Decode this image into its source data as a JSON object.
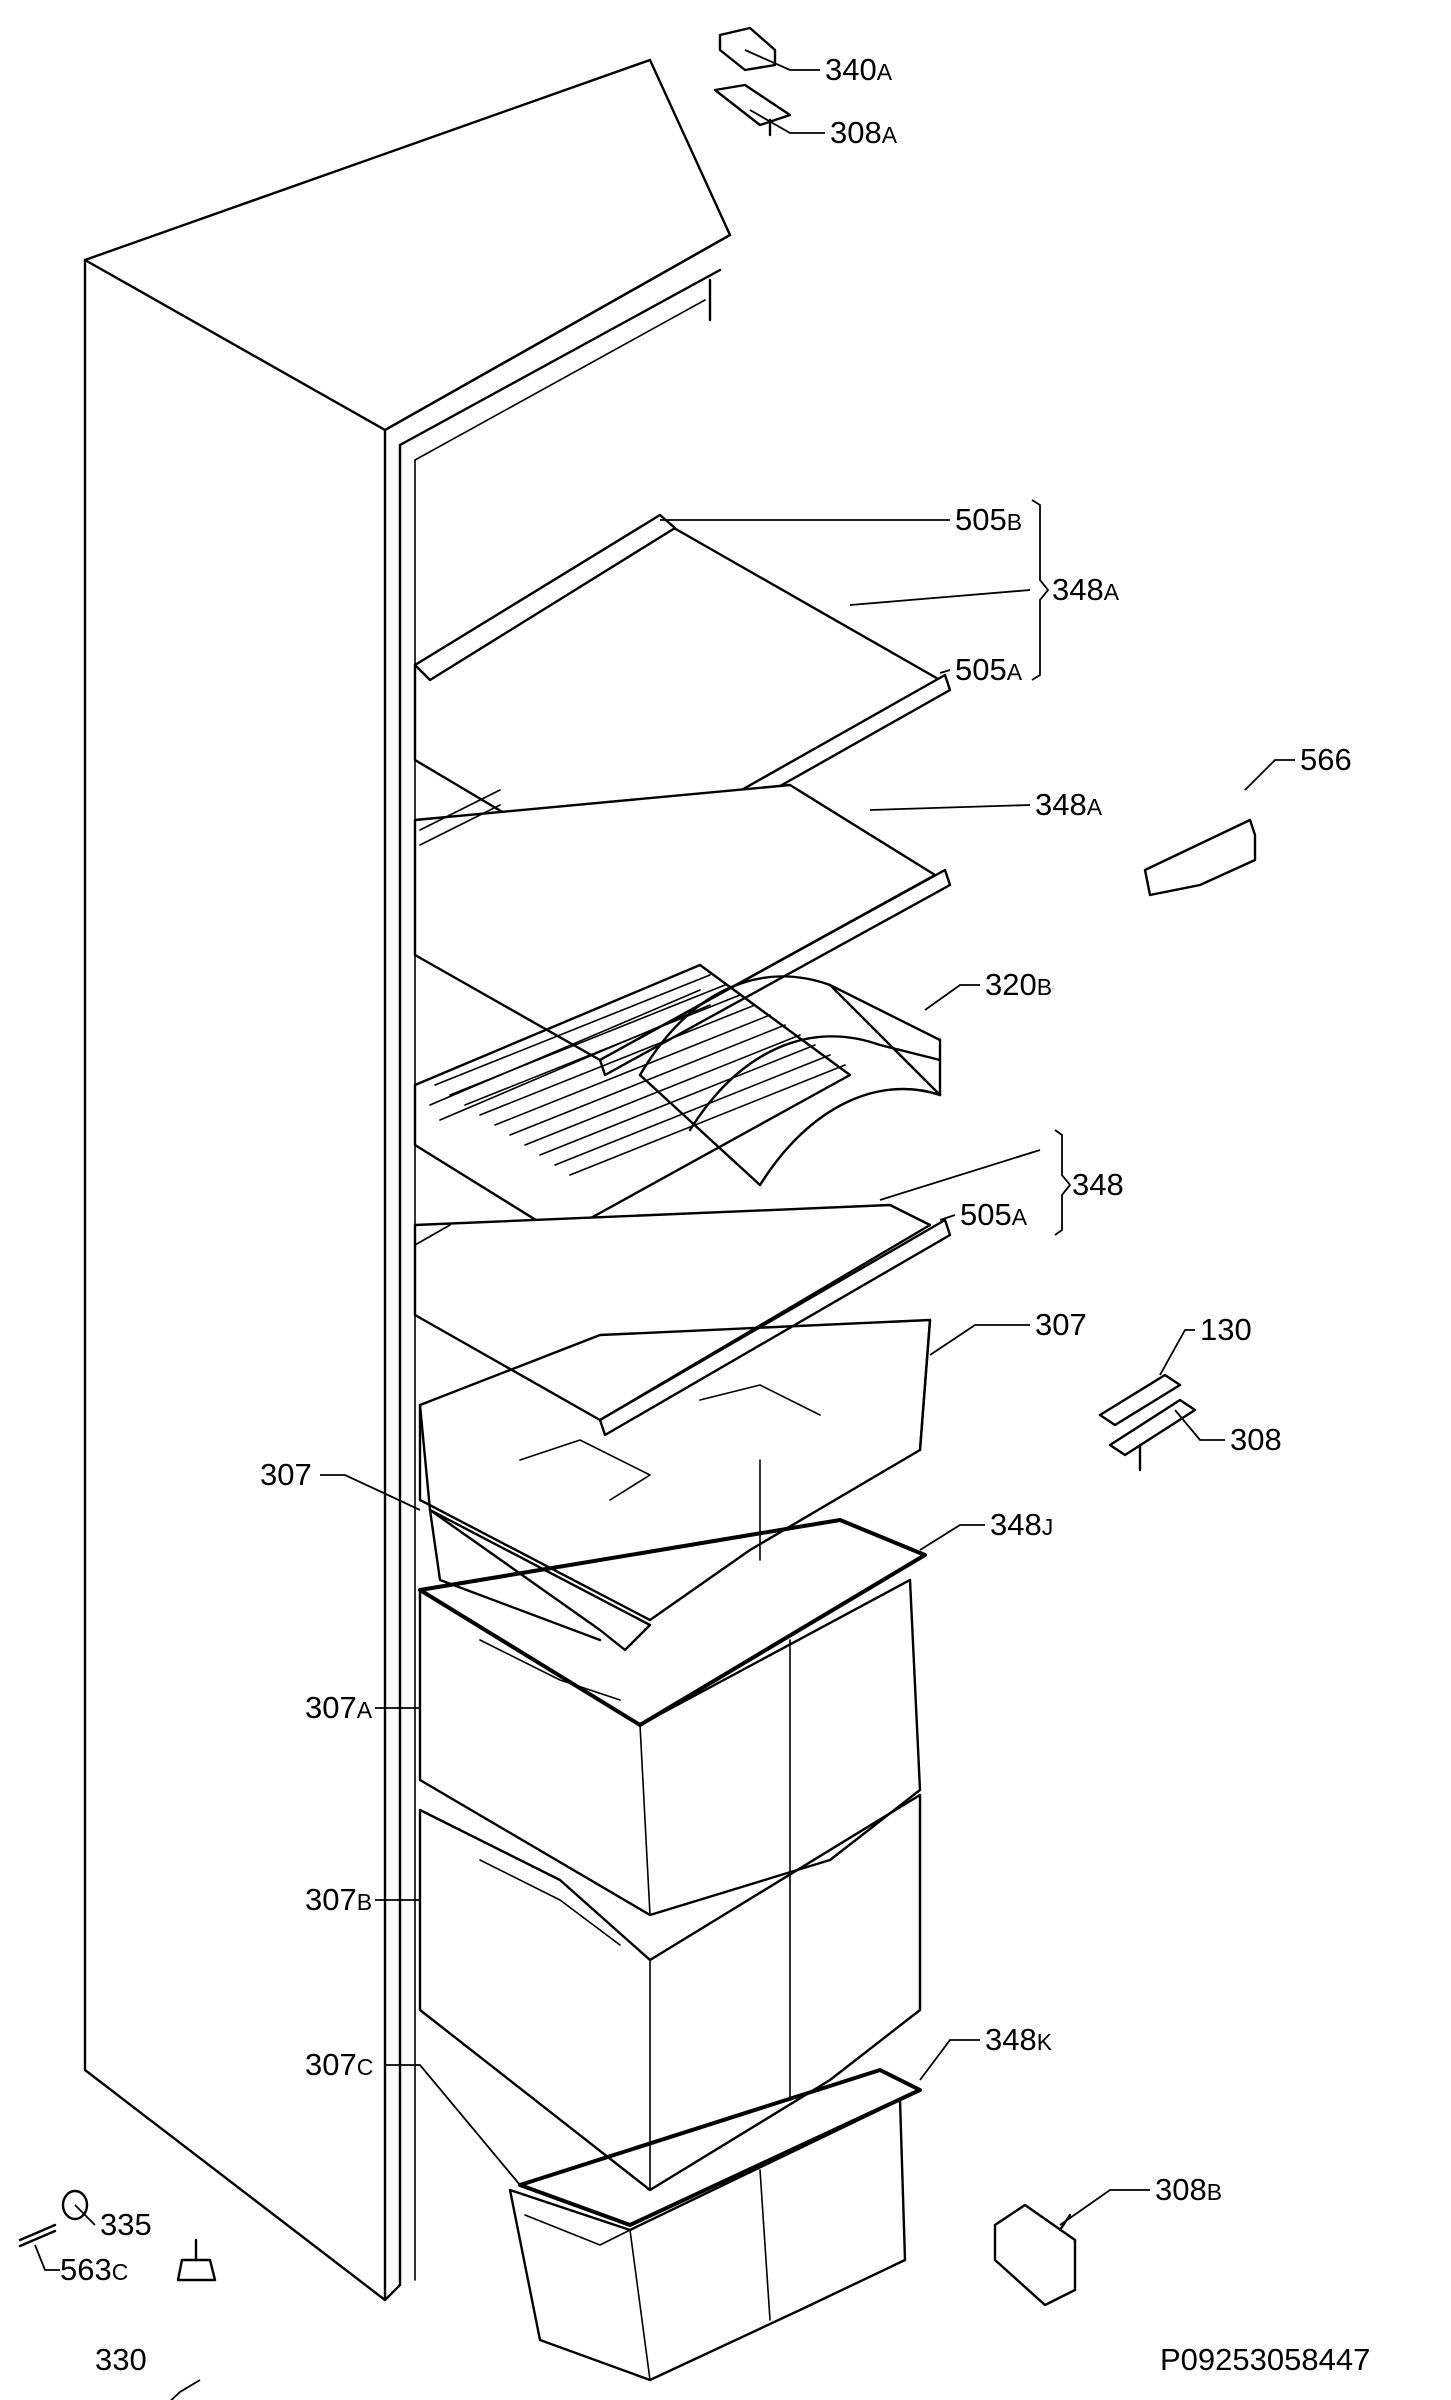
{
  "reference": "P09253058447",
  "callouts": [
    {
      "num": "340",
      "suffix": "A"
    },
    {
      "num": "308",
      "suffix": "A"
    },
    {
      "num": "505",
      "suffix": "B"
    },
    {
      "num": "348",
      "suffix": "A"
    },
    {
      "num": "505",
      "suffix": "A"
    },
    {
      "num": "566",
      "suffix": ""
    },
    {
      "num": "348",
      "suffix": "A"
    },
    {
      "num": "320",
      "suffix": "B"
    },
    {
      "num": "348",
      "suffix": ""
    },
    {
      "num": "505",
      "suffix": "A"
    },
    {
      "num": "307",
      "suffix": ""
    },
    {
      "num": "130",
      "suffix": ""
    },
    {
      "num": "308",
      "suffix": ""
    },
    {
      "num": "307",
      "suffix": ""
    },
    {
      "num": "348",
      "suffix": "J"
    },
    {
      "num": "307",
      "suffix": "A"
    },
    {
      "num": "307",
      "suffix": "B"
    },
    {
      "num": "348",
      "suffix": "K"
    },
    {
      "num": "307",
      "suffix": "C"
    },
    {
      "num": "308",
      "suffix": "B"
    },
    {
      "num": "335",
      "suffix": ""
    },
    {
      "num": "563",
      "suffix": "C"
    },
    {
      "num": "330",
      "suffix": ""
    }
  ]
}
